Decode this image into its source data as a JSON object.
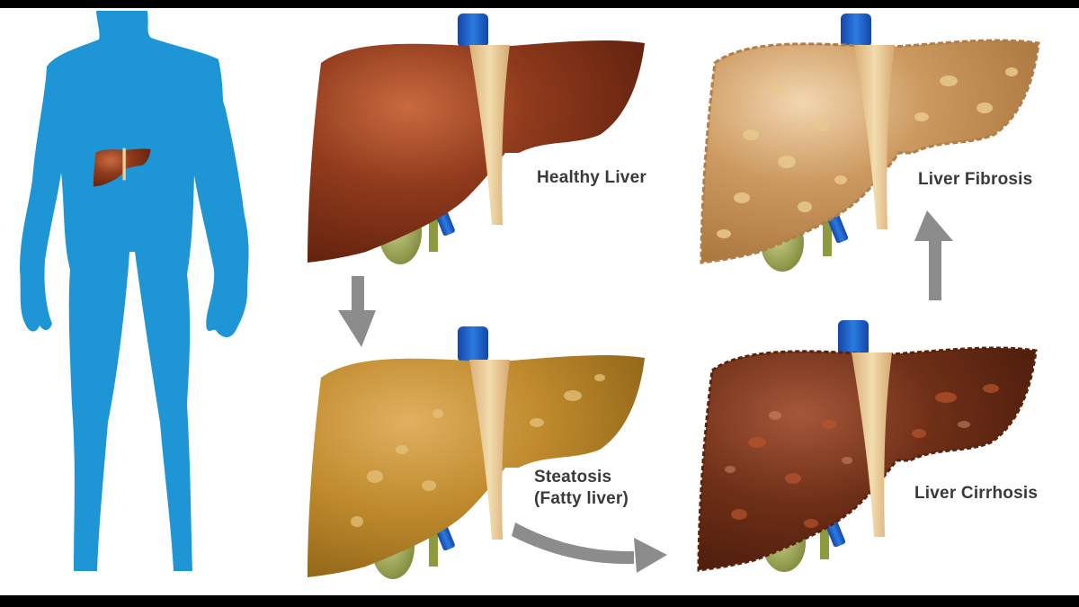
{
  "figure": {
    "type": "medical-illustration",
    "subject": "Stages of liver disease progression"
  },
  "colors": {
    "background": "#ffffff",
    "letterbox": "#000000",
    "body_silhouette": "#1e96d6",
    "arrow": "#8c8c8c",
    "label_text": "#3a3a3a",
    "vessel_blue": "#1a5fd0",
    "gallbladder": "#9aa650",
    "ligament": "#e8c995",
    "healthy_liver": "#8a3a1c",
    "steatosis_liver": "#c18a2a",
    "fibrosis_liver": "#c9955a",
    "cirrhosis_liver": "#6e2f17"
  },
  "body": {
    "label": "Human body silhouette",
    "organ_highlight": "liver"
  },
  "stages": [
    {
      "id": "healthy",
      "label": "Healthy Liver",
      "order": 1
    },
    {
      "id": "steatosis",
      "label_line1": "Steatosis",
      "label_line2": "(Fatty liver)",
      "order": 2
    },
    {
      "id": "cirrhosis",
      "label": "Liver Cirrhosis",
      "order": 3
    },
    {
      "id": "fibrosis",
      "label": "Liver Fibrosis",
      "order": 4
    }
  ],
  "arrows": [
    {
      "from": "healthy",
      "to": "steatosis",
      "direction": "down"
    },
    {
      "from": "steatosis",
      "to": "cirrhosis",
      "direction": "right-curved"
    },
    {
      "from": "cirrhosis",
      "to": "fibrosis",
      "direction": "up"
    }
  ]
}
